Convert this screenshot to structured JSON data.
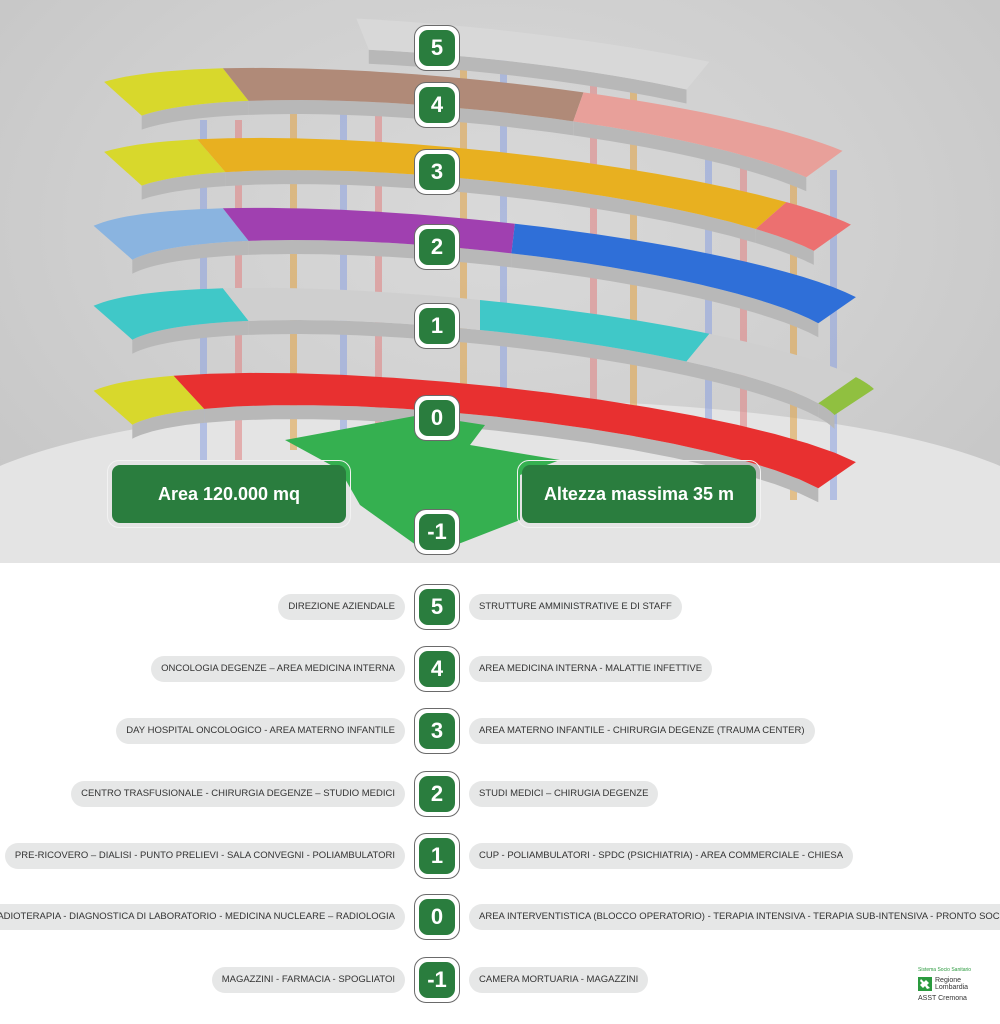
{
  "render": {
    "floor_badges": [
      "5",
      "4",
      "3",
      "2",
      "1",
      "0",
      "-1"
    ],
    "area_label": "Area 120.000 mq",
    "height_label": "Altezza massima 35 m",
    "colors": {
      "green": "#2a7d3e",
      "yellow": "#d8d82c",
      "brown": "#b08a78",
      "pink": "#e8a09a",
      "orange": "#e8b020",
      "salmon": "#ec7070",
      "lightblue": "#8ab4e0",
      "purple": "#a040b0",
      "blue": "#2f6fd8",
      "teal": "#40c8c8",
      "olive": "#90c040",
      "red": "#e83030",
      "slab": "#cfcfcf"
    }
  },
  "legend": [
    {
      "floor": "5",
      "left": "DIREZIONE AZIENDALE",
      "right": "STRUTTURE AMMINISTRATIVE E DI STAFF"
    },
    {
      "floor": "4",
      "left": "ONCOLOGIA DEGENZE – AREA MEDICINA INTERNA",
      "right": "AREA MEDICINA INTERNA - MALATTIE INFETTIVE"
    },
    {
      "floor": "3",
      "left": "DAY HOSPITAL ONCOLOGICO - AREA MATERNO INFANTILE",
      "right": "AREA MATERNO INFANTILE - CHIRURGIA DEGENZE (TRAUMA CENTER)"
    },
    {
      "floor": "2",
      "left": "CENTRO TRASFUSIONALE - CHIRURGIA DEGENZE – STUDIO MEDICI",
      "right": "STUDI MEDICI – CHIRUGIA DEGENZE"
    },
    {
      "floor": "1",
      "left": "PRE-RICOVERO – DIALISI - PUNTO PRELIEVI - SALA CONVEGNI - POLIAMBULATORI",
      "right": "CUP - POLIAMBULATORI - SPDC (PSICHIATRIA) - AREA COMMERCIALE - CHIESA"
    },
    {
      "floor": "0",
      "left": "RADIOTERAPIA - DIAGNOSTICA DI LABORATORIO - MEDICINA NUCLEARE – RADIOLOGIA",
      "right": "AREA INTERVENTISTICA (BLOCCO OPERATORIO) - TERAPIA INTENSIVA - TERAPIA SUB-INTENSIVA - PRONTO SOCCORSO"
    },
    {
      "floor": "-1",
      "left": "MAGAZZINI - FARMACIA - SPOGLIATOI",
      "right": "CAMERA MORTUARIA - MAGAZZINI"
    }
  ],
  "logo": {
    "system": "Sistema Socio Sanitario",
    "region_line1": "Regione",
    "region_line2": "Lombardia",
    "org": "ASST Cremona"
  }
}
